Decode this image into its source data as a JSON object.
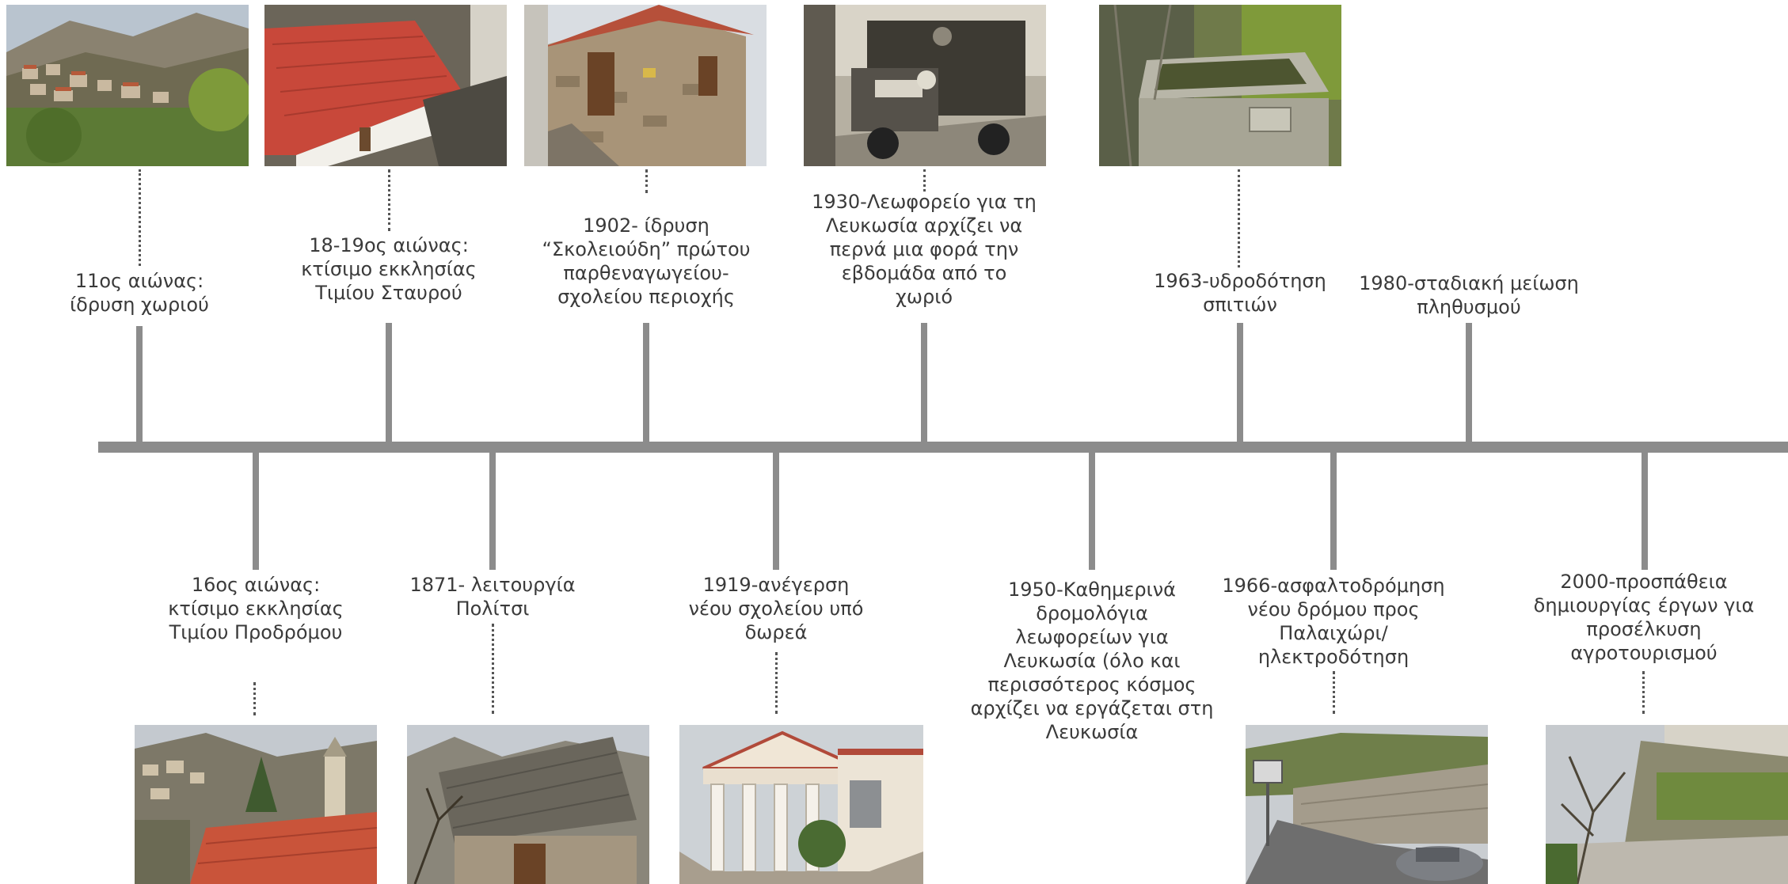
{
  "timeline": {
    "events_top": [
      {
        "text": "11ος αιώνας:\nίδρυση χωριού",
        "photo": "mountain-village-photo"
      },
      {
        "text": "18-19ος αιώνας:\nκτίσιμο εκκλησίας\nΤιμίου Σταυρού",
        "photo": "church-red-roof-photo"
      },
      {
        "text": "1902- ίδρυση\n“Σκολειούδη” πρώτου\nπαρθεναγωγείου-\nσχολείου περιοχής",
        "photo": "stone-school-photo"
      },
      {
        "text": "1930-Λεωφορείο για τη\nΛευκωσία αρχίζει να\nπερνά μια φορά την\nεβδομάδα από το\nχωριό",
        "photo": "vintage-bus-photo"
      },
      {
        "text": "1963-υδροδότηση\nσπιτιών",
        "photo": "water-fountain-photo"
      },
      {
        "text": "1980-σταδιακή μείωση\nπληθυσμού",
        "photo": ""
      }
    ],
    "events_bottom": [
      {
        "text": "16ος αιώνας:\nκτίσιμο εκκλησίας\nΤιμίου Προδρόμου",
        "photo": "village-church-bell-tower-photo"
      },
      {
        "text": "1871- λειτουργία\nΠολίτσι",
        "photo": "stone-building-photo"
      },
      {
        "text": "1919-ανέγερση\nνέου σχολείου υπό\nδωρεά",
        "photo": "neoclassical-school-photo"
      },
      {
        "text": "1950-Καθημερινά\nδρομολόγια\nλεωφορείων για\nΛευκωσία (όλο και\nπερισσότερος κόσμος\nαρχίζει να εργάζεται στη\nΛευκωσία",
        "photo": ""
      },
      {
        "text": "1966-ασφαλτοδρόμηση\nνέου δρόμου προς\nΠαλαιχώρι/\nηλεκτροδότηση",
        "photo": "asphalt-road-photo"
      },
      {
        "text": "2000-προσπάθεια\nδημιουργίας έργων για\nπροσέλκυση\nαγροτουρισμού",
        "photo": "village-square-photo"
      }
    ]
  },
  "colors": {
    "axis": "#8c8c8c",
    "text": "#3a3a3a",
    "dots": "#555555"
  }
}
